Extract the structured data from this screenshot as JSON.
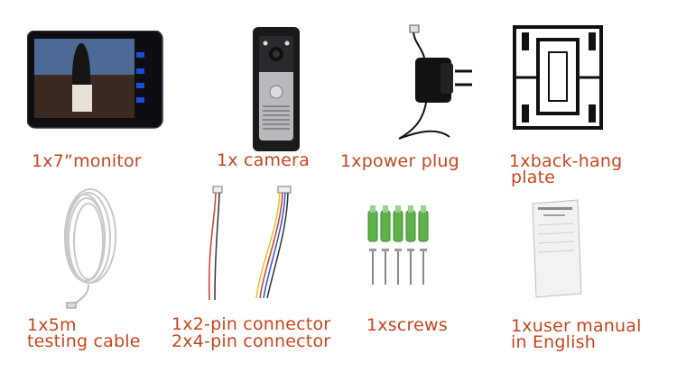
{
  "captions": {
    "monitor": "1x7”monitor",
    "camera": "1x camera",
    "power": "1xpower plug",
    "plate_line1": "1xback-hang",
    "plate_line2": " plate",
    "cable_line1": "1x5m",
    "cable_line2": "testing cable",
    "connector_line1": "1x2-pin connector",
    "connector_line2": "2x4-pin connector",
    "screws": "1xscrews",
    "manual_line1": "1xuser manual",
    "manual_line2": "in English"
  },
  "colors": {
    "caption": "#c4461e",
    "background": "#ffffff"
  }
}
